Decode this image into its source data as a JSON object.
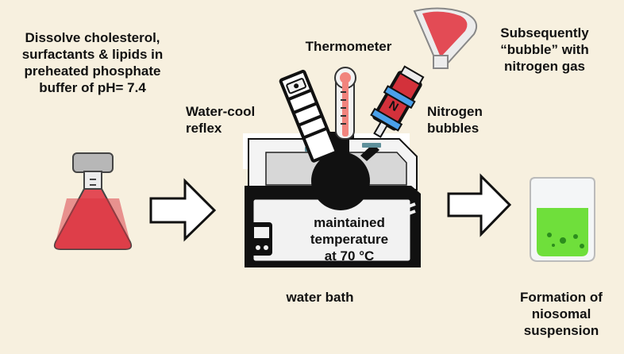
{
  "labels": {
    "step1": "Dissolve cholesterol,\nsurfactants  & lipids in\npreheated phosphate\nbuffer of pH= 7.4",
    "thermometer": "Thermometer",
    "water_cool": "Water-cool\nreflex",
    "nitrogen_bubbles": "Nitrogen\nbubbles",
    "subsequently": "Subsequently\n“bubble” with\nnitrogen gas",
    "maintained": "maintained\ntemperature\nat 70 °C",
    "water_bath": "water bath",
    "formation": "Formation of\nniosomal\nsuspension",
    "n_symbol": "N"
  },
  "colors": {
    "background": "#f7f0df",
    "red_liquid": "#e34b55",
    "green_liquid": "#6fdf3b",
    "dark": "#111111",
    "steel": "#5e8f9a"
  }
}
